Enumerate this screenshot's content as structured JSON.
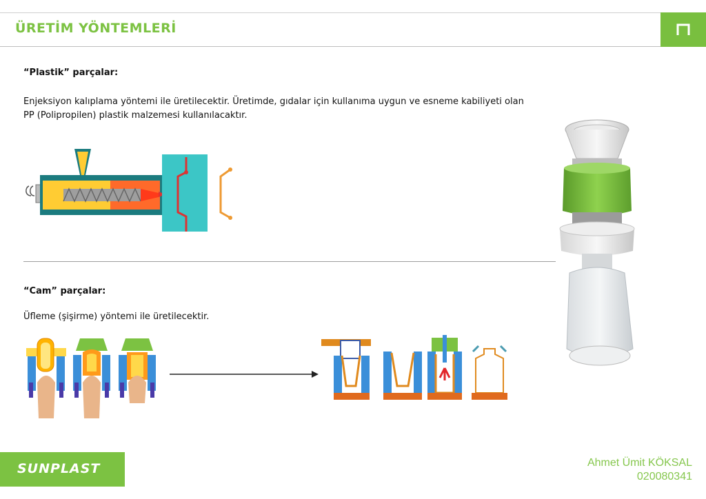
{
  "header": {
    "title": "ÜRETİM YÖNTEMLERİ",
    "tab_icon": "n-shape-icon",
    "accent_color": "#7cc242"
  },
  "plastic": {
    "heading": "“Plastik” parçalar:",
    "text": "Enjeksiyon kalıplama yöntemi ile üretilecektir. Üretimde, gıdalar için kullanıma uygun ve esneme kabiliyeti olan PP (Polipropilen) plastik malzemesi kullanılacaktır."
  },
  "glass": {
    "heading": "“Cam” parçalar:",
    "text": "Üfleme (şişirme) yöntemi ile üretilecektir."
  },
  "footer": {
    "brand": "SUNPLAST",
    "author_name": "Ahmet Ümit KÖKSAL",
    "author_id": "020080341"
  }
}
